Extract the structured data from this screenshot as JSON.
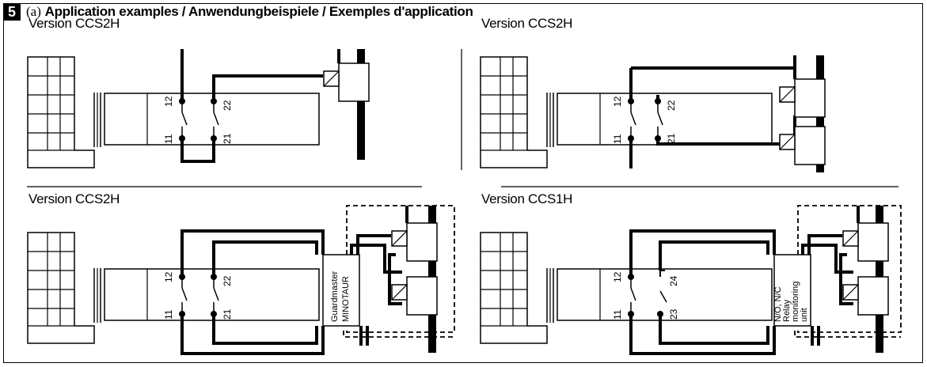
{
  "header": {
    "badge": "5",
    "prefix": "(a)",
    "title": "Application examples / Anwendungbeispiele / Exemples d'application"
  },
  "panels": [
    {
      "label": "Version CCS2H",
      "contact_top_left": "12",
      "contact_top_right": "22",
      "contact_bottom_left": "11",
      "contact_bottom_right": "21"
    },
    {
      "label": "Version CCS2H",
      "contact_top_left": "12",
      "contact_top_right": "22",
      "contact_bottom_left": "11",
      "contact_bottom_right": "21"
    },
    {
      "label": "Version CCS2H",
      "contact_top_left": "12",
      "contact_top_right": "22",
      "contact_bottom_left": "11",
      "contact_bottom_right": "21",
      "box_line1": "Guardmaster",
      "box_line2": "MINOTAUR"
    },
    {
      "label": "Version CCS1H",
      "contact_top_left": "12",
      "contact_top_right": "24",
      "contact_bottom_left": "11",
      "contact_bottom_right": "23",
      "box_line1": "N/O, N/C",
      "box_line2": "Relay",
      "box_line3": "monitoring",
      "box_line4": "unit"
    }
  ]
}
